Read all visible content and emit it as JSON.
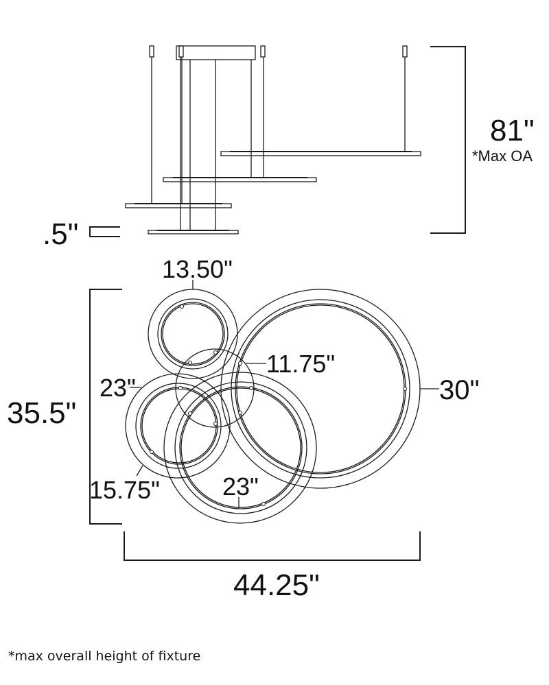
{
  "side_view": {
    "height_label": "81\"",
    "height_note": "*Max OA",
    "thickness_label": ".5\""
  },
  "top_view": {
    "overall_depth_label": "35.5\"",
    "overall_width_label": "44.25\"",
    "ring_small_top_label": "13.50\"",
    "ring_center_label": "11.75\"",
    "ring_large_label": "30\"",
    "ring_left_outer_label": "23\"",
    "ring_left_inner_label": "15.75\"",
    "ring_bottom_label": "23\""
  },
  "footnote": "*max overall height of fixture"
}
